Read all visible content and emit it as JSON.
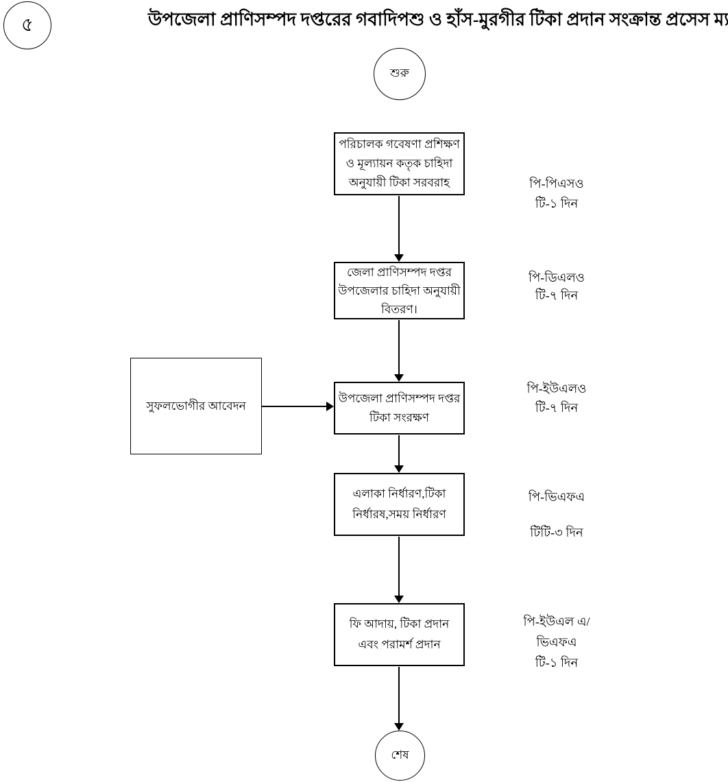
{
  "page_badge": "৫",
  "title": "উপজেলা প্রাণিসম্পদ দপ্তরের গবাদিপশু ও হাঁস-মুরগীর টিকা প্রদান সংক্রান্ত  প্রসেস ম্যাপ",
  "flow": {
    "start_label": "শুরু",
    "end_label": "শেষ",
    "side_input": "সুফলভোগীর আবেদন",
    "steps": [
      {
        "box": "পরিচালক গবেষণা প্রশিক্ষণ\nও মূল্যায়ন কতৃক চাহিদা\nঅনুযায়ী টিকা সরবরাহ",
        "annotation": "পি-পিএসও\nটি-১ দিন"
      },
      {
        "box": "জেলা প্রাণিসম্পদ দপ্তর\nউপজেলার চাহিদা অনুযায়ী\nবিতরণ।",
        "annotation": "পি-ডিএলও\nটি-৭ দিন"
      },
      {
        "box": "উপজেলা প্রাণিসম্পদ দপ্তর\nটিকা সংরক্ষণ",
        "annotation": "পি-ইউএলও\nটি-৭ দিন"
      },
      {
        "box": "এলাকা নির্ধারণ,টিকা\nনির্ধারষ,সময় নির্ধারণ",
        "annotation": "পি-ভিএফএ\n\nটিটি-৩ দিন"
      },
      {
        "box": "ফি আদায়, টিকা  প্রদান\nএবং পরামর্শ প্রদান",
        "annotation": "পি-ইউএল এ/\nভিএফএ\nটি-১ দিন"
      }
    ]
  },
  "colors": {
    "ink": "#000000",
    "background": "#ffffff"
  }
}
